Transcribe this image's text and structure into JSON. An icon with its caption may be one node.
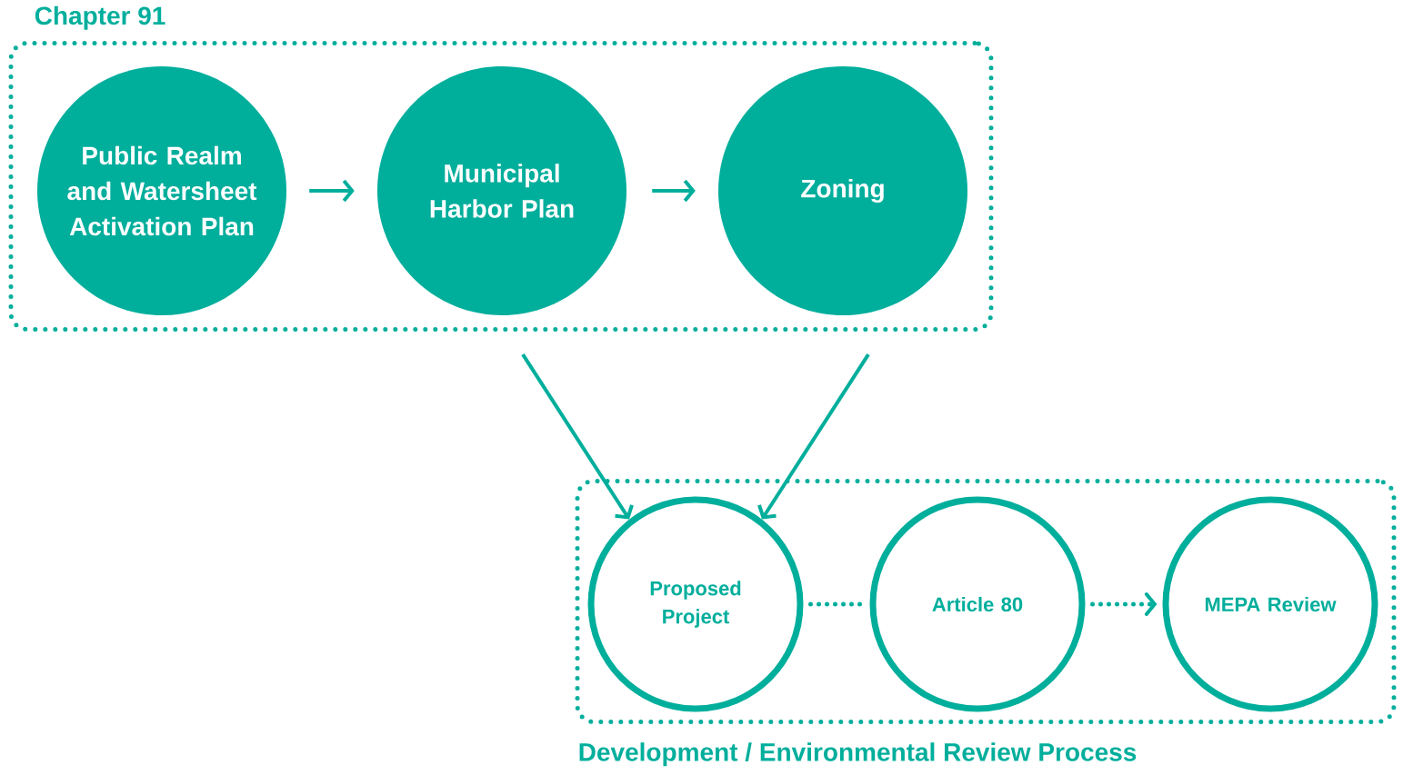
{
  "diagram": {
    "nodes": [
      {
        "text": [
          "Chapter 91"
        ]
      },
      {
        "text": [
          "Public Realm and Watersheet Activation Plan"
        ],
        "in": 0
      },
      {
        "text": [
          "Municipal Harbor Plan"
        ],
        "in": 0
      },
      {
        "text": [
          "Zoning"
        ],
        "in": 0
      },
      {
        "text": [
          "Development / Environmental Review Process"
        ]
      },
      {
        "text": [
          "Proposed Project"
        ],
        "in": 4
      },
      {
        "text": [
          "Article 80"
        ],
        "in": 4
      },
      {
        "text": [
          "MEPA Review"
        ],
        "in": 4
      }
    ],
    "edges": [
      {
        "from": 1,
        "to": 2,
        "arrow": "to"
      },
      {
        "from": 2,
        "to": 3,
        "arrow": "to"
      },
      {
        "from": 2,
        "to": 5,
        "arrow": "to"
      },
      {
        "from": 3,
        "to": 5,
        "arrow": "to"
      },
      {
        "from": 5,
        "to": 6,
        "arrow": "none",
        "style": "dashed"
      },
      {
        "from": 6,
        "to": 7,
        "arrow": "to",
        "style": "dashed"
      }
    ]
  }
}
